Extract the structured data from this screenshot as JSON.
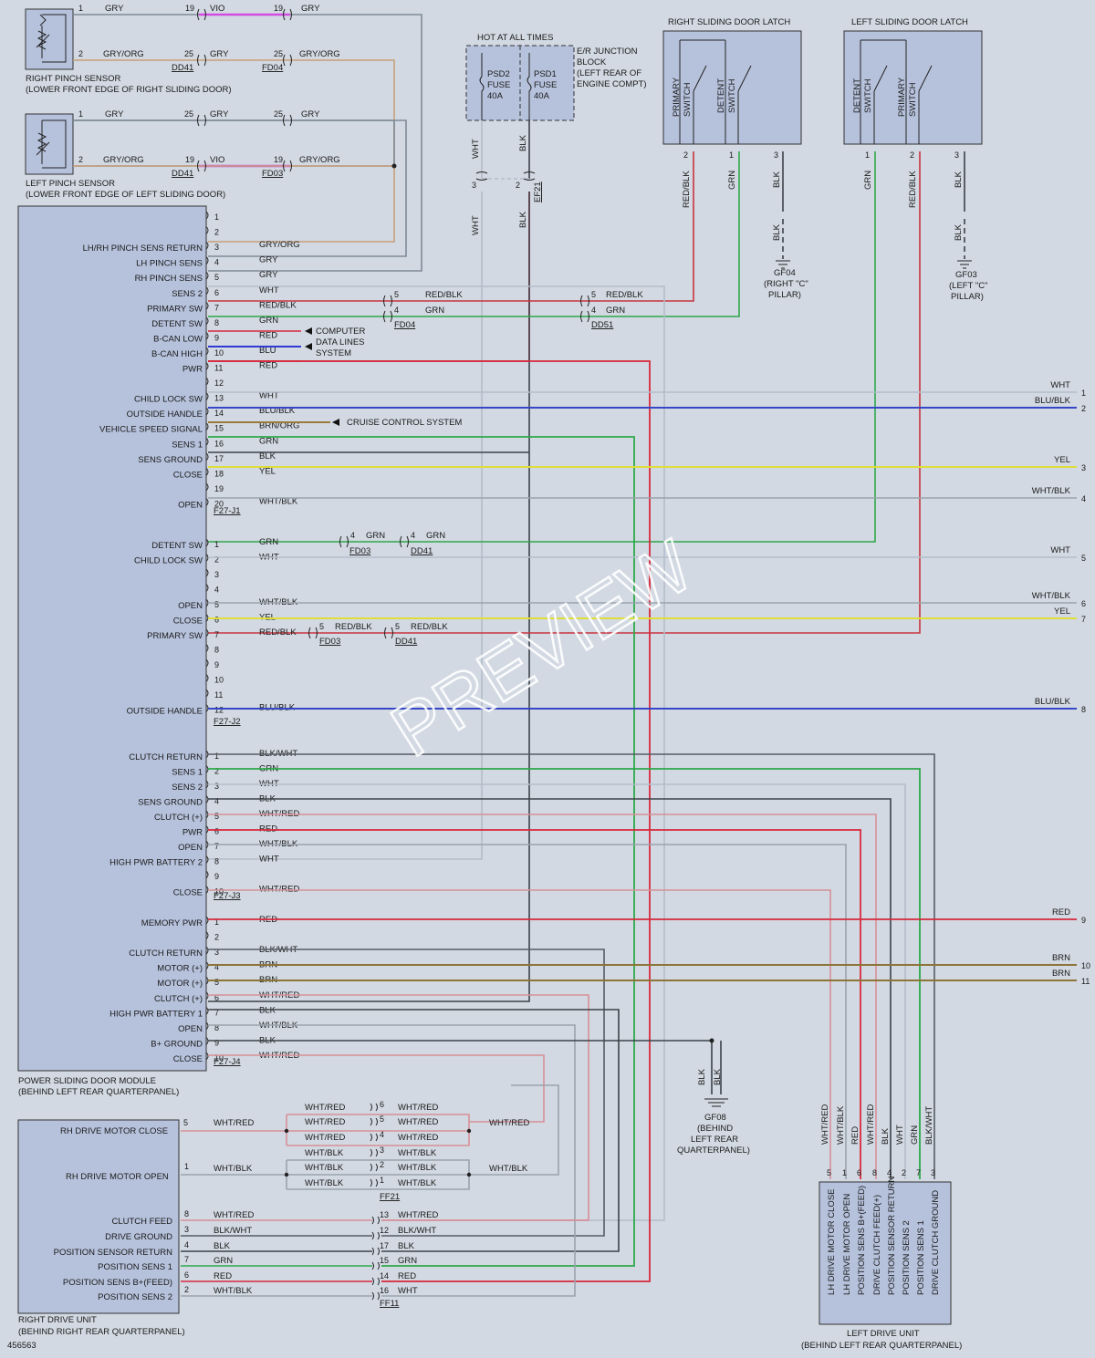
{
  "colors": {
    "background": "#d2d9e2",
    "module_fill": "#b6c2dc",
    "GRY": "#7f8a97",
    "GRY/ORG": "#c7a07a",
    "VIO": "#d34be0",
    "RED": "#d6283c",
    "RED/BLK": "#c8343e",
    "GRN": "#2da84a",
    "BLU": "#2f3ad4",
    "BLU/BLK": "#3646c6",
    "WHT": "#b3bdc9",
    "WHT/RED": "#d88f98",
    "WHT/BLK": "#9aa3ad",
    "BRN": "#8d7438",
    "BRN/ORG": "#9b7b3c",
    "YEL": "#dede3a",
    "BLK": "#3d4249",
    "BLK/WHT": "#565c64"
  },
  "watermark": "PREVIEW",
  "figure_id": "456563",
  "sensors": {
    "right_name": "RIGHT PINCH SENSOR",
    "right_loc": "(LOWER FRONT EDGE OF RIGHT SLIDING DOOR)",
    "left_name": "LEFT PINCH SENSOR",
    "left_loc": "(LOWER FRONT EDGE OF LEFT SLIDING DOOR)"
  },
  "junction": {
    "hot": "HOT AT ALL TIMES",
    "psd2": [
      "PSD2",
      "FUSE",
      "40A"
    ],
    "psd1": [
      "PSD1",
      "FUSE",
      "40A"
    ],
    "desc": [
      "E/R JUNCTION",
      "BLOCK",
      "(LEFT REAR OF",
      "ENGINE COMPT)"
    ]
  },
  "latches": {
    "right_title": "RIGHT SLIDING DOOR LATCH",
    "left_title": "LEFT SLIDING DOOR LATCH",
    "primary": [
      "PRIMARY",
      "SWITCH"
    ],
    "detent": [
      "DETENT",
      "SWITCH"
    ]
  },
  "grounds": {
    "gf04": [
      "GF04",
      "(RIGHT \"C\"",
      "PILLAR)"
    ],
    "gf03": [
      "GF03",
      "(LEFT \"C\"",
      "PILLAR)"
    ],
    "gf08": [
      "GF08",
      "(BEHIND",
      "LEFT REAR",
      "QUARTERPANEL)"
    ]
  },
  "module": {
    "name": "POWER SLIDING DOOR MODULE",
    "loc": "(BEHIND LEFT REAR QUARTERPANEL)",
    "j1_pins": [
      [
        "1",
        "",
        "",
        ""
      ],
      [
        "2",
        "",
        "",
        ""
      ],
      [
        "3",
        "LH/RH PINCH SENS RETURN",
        "GRY/ORG",
        "GRY/ORG"
      ],
      [
        "4",
        "LH PINCH SENS",
        "GRY",
        "GRY"
      ],
      [
        "5",
        "RH PINCH SENS",
        "GRY",
        "GRY"
      ],
      [
        "6",
        "SENS 2",
        "WHT",
        "WHT"
      ],
      [
        "7",
        "PRIMARY SW",
        "RED/BLK",
        "RED/BLK"
      ],
      [
        "8",
        "DETENT SW",
        "GRN",
        "GRN"
      ],
      [
        "9",
        "B-CAN LOW",
        "RED",
        "RED"
      ],
      [
        "10",
        "B-CAN HIGH",
        "BLU",
        "BLU"
      ],
      [
        "11",
        "PWR",
        "RED",
        "RED"
      ],
      [
        "12",
        "",
        "",
        ""
      ],
      [
        "13",
        "CHILD LOCK SW",
        "WHT",
        "WHT"
      ],
      [
        "14",
        "OUTSIDE HANDLE",
        "BLU/BLK",
        "BLU/BLK"
      ],
      [
        "15",
        "VEHICLE SPEED SIGNAL",
        "BRN/ORG",
        "BRN/ORG"
      ],
      [
        "16",
        "SENS 1",
        "GRN",
        "GRN"
      ],
      [
        "17",
        "SENS GROUND",
        "BLK",
        "BLK"
      ],
      [
        "18",
        "CLOSE",
        "YEL",
        "YEL"
      ],
      [
        "19",
        "",
        "",
        ""
      ],
      [
        "20",
        "OPEN",
        "WHT/BLK",
        "WHT/BLK"
      ]
    ],
    "j2_pins": [
      [
        "1",
        "DETENT SW",
        "GRN",
        "GRN"
      ],
      [
        "2",
        "CHILD LOCK SW",
        "WHT",
        "WHT"
      ],
      [
        "3",
        "",
        "",
        ""
      ],
      [
        "4",
        "",
        "",
        ""
      ],
      [
        "5",
        "OPEN",
        "WHT/BLK",
        "WHT/BLK"
      ],
      [
        "6",
        "CLOSE",
        "YEL",
        "YEL"
      ],
      [
        "7",
        "PRIMARY SW",
        "RED/BLK",
        "RED/BLK"
      ],
      [
        "8",
        "",
        "",
        ""
      ],
      [
        "9",
        "",
        "",
        ""
      ],
      [
        "10",
        "",
        "",
        ""
      ],
      [
        "11",
        "",
        "",
        ""
      ],
      [
        "12",
        "OUTSIDE HANDLE",
        "BLU/BLK",
        "BLU/BLK"
      ]
    ],
    "j3_pins": [
      [
        "1",
        "CLUTCH RETURN",
        "BLK/WHT",
        "BLK/WHT"
      ],
      [
        "2",
        "SENS 1",
        "GRN",
        "GRN"
      ],
      [
        "3",
        "SENS 2",
        "WHT",
        "WHT"
      ],
      [
        "4",
        "SENS GROUND",
        "BLK",
        "BLK"
      ],
      [
        "5",
        "CLUTCH (+)",
        "WHT/RED",
        "WHT/RED"
      ],
      [
        "6",
        "PWR",
        "RED",
        "RED"
      ],
      [
        "7",
        "OPEN",
        "WHT/BLK",
        "WHT/BLK"
      ],
      [
        "8",
        "HIGH PWR BATTERY 2",
        "WHT",
        "WHT"
      ],
      [
        "9",
        "",
        "",
        ""
      ],
      [
        "10",
        "CLOSE",
        "WHT/RED",
        "WHT/RED"
      ]
    ],
    "j4_pins": [
      [
        "1",
        "MEMORY PWR",
        "RED",
        "RED"
      ],
      [
        "2",
        "",
        "",
        ""
      ],
      [
        "3",
        "CLUTCH RETURN",
        "BLK/WHT",
        "BLK/WHT"
      ],
      [
        "4",
        "MOTOR (+)",
        "BRN",
        "BRN"
      ],
      [
        "5",
        "MOTOR (+)",
        "BRN",
        "BRN"
      ],
      [
        "6",
        "CLUTCH (+)",
        "WHT/RED",
        "WHT/RED"
      ],
      [
        "7",
        "HIGH PWR BATTERY 1",
        "BLK",
        "BLK"
      ],
      [
        "8",
        "OPEN",
        "WHT/BLK",
        "WHT/BLK"
      ],
      [
        "9",
        "B+ GROUND",
        "BLK",
        "BLK"
      ],
      [
        "10",
        "CLOSE",
        "WHT/RED",
        "WHT/RED"
      ]
    ]
  },
  "connectors": {
    "j1": "F27-J1",
    "j2": "F27-J2",
    "j3": "F27-J3",
    "j4": "F27-J4",
    "dd41": "DD41",
    "fd04": "FD04",
    "fd03": "FD03",
    "dd51": "DD51",
    "ef21": "EF21",
    "ff21": "FF21",
    "ff11": "FF11"
  },
  "targets": {
    "computer": [
      "COMPUTER",
      "DATA LINES",
      "SYSTEM"
    ],
    "cruise": "CRUISE CONTROL SYSTEM"
  },
  "right_edge_wires": [
    [
      "1",
      "WHT"
    ],
    [
      "2",
      "BLU/BLK"
    ],
    [
      "3",
      "YEL"
    ],
    [
      "4",
      "WHT/BLK"
    ],
    [
      "5",
      "WHT"
    ],
    [
      "6",
      "WHT/BLK"
    ],
    [
      "7",
      "YEL"
    ],
    [
      "8",
      "BLU/BLK"
    ],
    [
      "9",
      "RED"
    ],
    [
      "10",
      "BRN"
    ],
    [
      "11",
      "BRN"
    ]
  ],
  "rdu": {
    "name": "RIGHT DRIVE UNIT",
    "loc": "(BEHIND RIGHT REAR QUARTERPANEL)",
    "close_label": "RH DRIVE MOTOR CLOSE",
    "open_label": "RH DRIVE MOTOR OPEN",
    "pins": [
      [
        "8",
        "CLUTCH FEED",
        "WHT/RED"
      ],
      [
        "3",
        "DRIVE GROUND",
        "BLK/WHT"
      ],
      [
        "4",
        "POSITION SENSOR RETURN",
        "BLK"
      ],
      [
        "7",
        "POSITION SENS 1",
        "GRN"
      ],
      [
        "6",
        "POSITION SENS B+(FEED)",
        "RED"
      ],
      [
        "2",
        "POSITION SENS 2",
        "WHT/BLK"
      ]
    ],
    "ff11_pins": [
      [
        "13",
        "WHT/RED"
      ],
      [
        "12",
        "BLK/WHT"
      ],
      [
        "17",
        "BLK"
      ],
      [
        "15",
        "GRN"
      ],
      [
        "14",
        "RED"
      ],
      [
        "16",
        "WHT"
      ]
    ],
    "ff21_pins": [
      [
        "6",
        "WHT/RED"
      ],
      [
        "5",
        "WHT/RED"
      ],
      [
        "4",
        "WHT/RED"
      ],
      [
        "3",
        "WHT/BLK"
      ],
      [
        "2",
        "WHT/BLK"
      ],
      [
        "1",
        "WHT/BLK"
      ]
    ]
  },
  "ldu": {
    "name": "LEFT DRIVE UNIT",
    "loc": "(BEHIND LEFT REAR QUARTERPANEL)",
    "pins": [
      [
        "5",
        "WHT/RED",
        "LH DRIVE MOTOR CLOSE"
      ],
      [
        "1",
        "WHT/BLK",
        "LH DRIVE MOTOR OPEN"
      ],
      [
        "6",
        "RED",
        "POSITION SENS B+(FEED)"
      ],
      [
        "8",
        "WHT/RED",
        "DRIVE CLUTCH FEED(+)"
      ],
      [
        "4",
        "BLK",
        "POSITION SENSOR RETURN"
      ],
      [
        "2",
        "WHT",
        "POSITION SENS 2"
      ],
      [
        "7",
        "GRN",
        "POSITION SENS 1"
      ],
      [
        "3",
        "BLK/WHT",
        "DRIVE CLUTCH GROUND"
      ]
    ]
  }
}
